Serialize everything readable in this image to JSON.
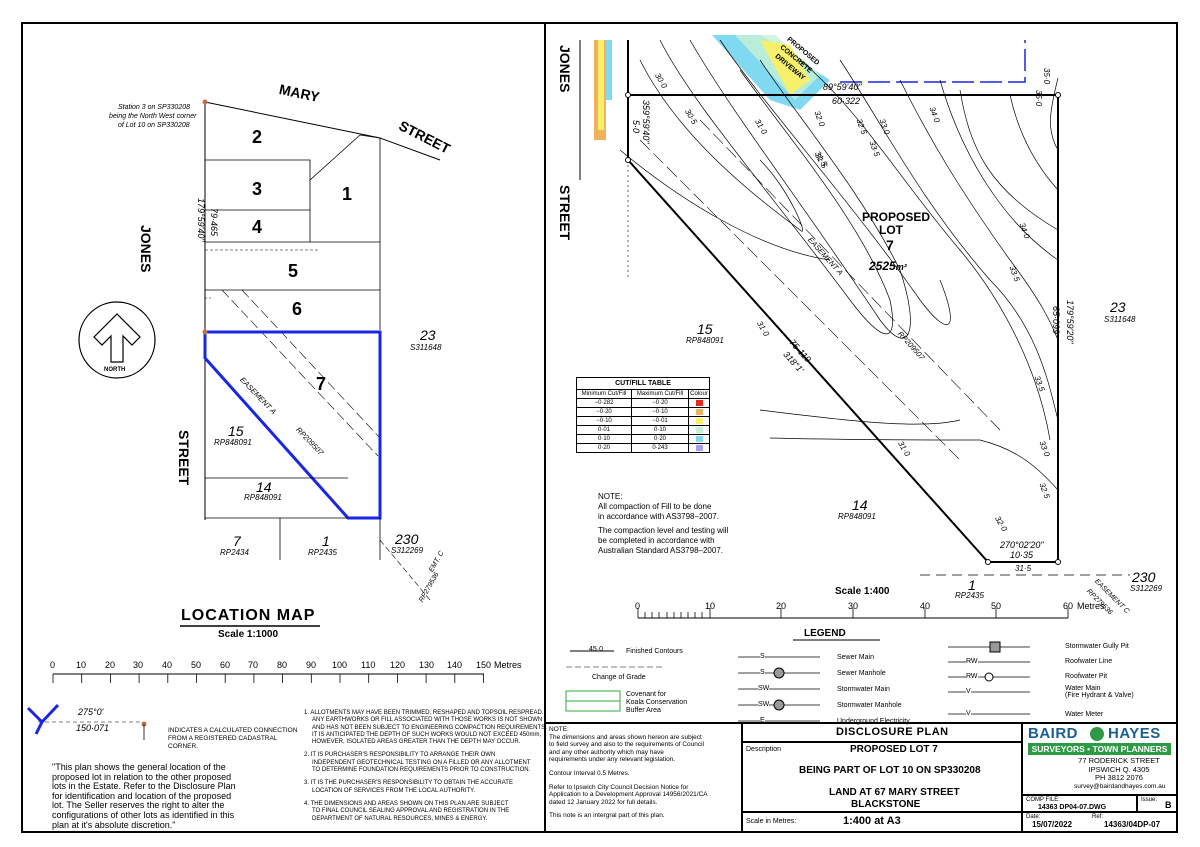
{
  "location_map": {
    "title": "LOCATION MAP",
    "scale": "Scale 1:1000",
    "streets": {
      "mary": "MARY",
      "street1": "STREET",
      "jones": "JONES",
      "street2": "STREET"
    },
    "lots": [
      "2",
      "3",
      "4",
      "1",
      "5",
      "6",
      "7"
    ],
    "neighbours": [
      {
        "num": "23",
        "plan": "S311648"
      },
      {
        "num": "15",
        "plan": "RP848091"
      },
      {
        "num": "14",
        "plan": "RP848091"
      },
      {
        "num": "7",
        "plan": "RP2434"
      },
      {
        "num": "1",
        "plan": "RP2435"
      },
      {
        "num": "230",
        "plan": "S312269"
      }
    ],
    "easement_label": "EASEMENT A",
    "easement_plan": "RP209507",
    "easement_c": "EMT. C",
    "easement_c_plan": "RP279536",
    "side_label": "179°59'40\"",
    "side_value": "79·465",
    "station_note": [
      "Station 3 on SP330208",
      "being the North West corner",
      "of Lot 10 on SP330208"
    ],
    "north_label": "NORTH",
    "scale_ticks": [
      "0",
      "10",
      "20",
      "30",
      "40",
      "50",
      "60",
      "70",
      "80",
      "90",
      "100",
      "110",
      "120",
      "130",
      "140",
      "150"
    ],
    "scale_unit": "Metres",
    "connection_bearing": "275°0'",
    "connection_dist": "150·071",
    "connection_note": [
      "INDICATES A CALCULATED CONNECTION",
      "FROM A REGISTERED CADASTRAL",
      "CORNER."
    ],
    "general_note": [
      "\"This plan shows the general location of the",
      "proposed lot in relation to the other proposed",
      "lots in the Estate. Refer to the Disclosure Plan",
      "for identification and location of the proposed",
      "lot. The Seller reserves the right to alter the",
      "configurations of other lots as identified in this",
      "plan at it's absolute discretion.\""
    ],
    "numbered_notes": [
      [
        "1. ALLOTMENTS MAY HAVE BEEN TRIMMED, RESHAPED AND TOPSOIL RESPREAD.",
        "ANY EARTHWORKS OR FILL ASSOCIATED WITH THOSE WORKS IS NOT SHOWN",
        "AND HAS NOT BEEN SUBJECT TO ENGINEERING COMPACTION REQUIREMENTS.",
        "IT IS ANTICIPATED THE DEPTH OF SUCH WORKS WOULD NOT EXCEED 450mm,",
        "HOWEVER, ISOLATED AREAS GREATER THAN THE DEPTH MAY OCCUR."
      ],
      [
        "2. IT IS PURCHASER'S RESPONSIBILITY TO ARRANGE THEIR OWN",
        "INDEPENDENT GEOTECHNICAL TESTING ON A FILLED OR ANY ALLOTMENT",
        "TO DETERMINE FOUNDATION REQUIREMENTS PRIOR TO CONSTRUCTION."
      ],
      [
        "3. IT IS THE PURCHASER'S RESPONSIBILITY TO OBTAIN THE ACCURATE",
        "LOCATION OF SERVICES FROM THE LOCAL AUTHORITY."
      ],
      [
        "4. THE DIMENSIONS AND AREAS SHOWN ON THIS PLAN ARE SUBJECT",
        "TO FINAL COUNCIL SEALING APPROVAL AND REGISTRATION IN THE",
        "DEPARTMENT OF NATURAL RESOURCES, MINES & ENERGY."
      ]
    ]
  },
  "disclosure": {
    "streets": {
      "jones": "JONES",
      "street": "STREET"
    },
    "lot_title": "PROPOSED",
    "lot_title2": "LOT",
    "lot_num": "7",
    "lot_area": "2525",
    "lot_area_unit": "m²",
    "driveway": [
      "PROPOSED",
      "CONCRETE",
      "DRIVEWAY"
    ],
    "easement_label": "EASEMENT A",
    "easement_plan": "RP209507",
    "bearings": {
      "top": "89°59'40\"",
      "top_dist": "60·322",
      "right": "179°59'20\"",
      "right_dist": "65·099",
      "left": "359°59'40\"",
      "left_dist": "5·0",
      "diag": "75·119",
      "diag_b": "318°1'",
      "bottom": "270°02'20\"",
      "bottom_dist": "10·35"
    },
    "neighbours": [
      {
        "num": "23",
        "plan": "S311648"
      },
      {
        "num": "15",
        "plan": "RP848091"
      },
      {
        "num": "14",
        "plan": "RP848091"
      },
      {
        "num": "1",
        "plan": "RP2435"
      },
      {
        "num": "230",
        "plan": "S312269"
      }
    ],
    "easement_c": "EASEMENT C",
    "easement_c_plan": "RP279536",
    "contours": [
      "30·0",
      "30·5",
      "31·0",
      "31·5",
      "32·0",
      "32·5",
      "33·0",
      "33·5",
      "34·0",
      "35·0",
      "31·0",
      "33·5",
      "33·0",
      "32·5",
      "32·0",
      "31·5",
      "34·0",
      "33·5",
      "31·0",
      "31·5",
      "35·0"
    ],
    "scale": "Scale 1:400",
    "scale_ticks": [
      "0",
      "10",
      "20",
      "30",
      "40",
      "50",
      "60"
    ],
    "scale_unit": "Metres",
    "note_title": "NOTE:",
    "note_lines": [
      "All compaction of Fill to be done",
      "in accordance with AS3798–2007.",
      "The compaction level and testing will",
      "be completed in accordance with",
      "Australian Standard AS3798–2007."
    ],
    "cutfill": {
      "title": "CUT/FILL TABLE",
      "headers": [
        "Minimum Cut/Fill",
        "Maximum Cut/Fill",
        "Colour"
      ],
      "rows": [
        {
          "min": "−0·282",
          "max": "−0·20",
          "color": "#e8271e"
        },
        {
          "min": "−0·20",
          "max": "−0·10",
          "color": "#f2b15a"
        },
        {
          "min": "−0·10",
          "max": "−0·01",
          "color": "#f6f06b"
        },
        {
          "min": "0·01",
          "max": "0·10",
          "color": "#c7f1d5"
        },
        {
          "min": "0·10",
          "max": "0·20",
          "color": "#80d9f1"
        },
        {
          "min": "0·20",
          "max": "0·243",
          "color": "#a79de8"
        }
      ]
    }
  },
  "legend": {
    "title": "LEGEND",
    "finished": "45·0",
    "items_left": [
      "Finished Contours",
      "Change of Grade",
      "Covenant for",
      "Koala Conservation",
      "Buffer Area"
    ],
    "items_mid": [
      "Sewer Main",
      "Sewer Manhole",
      "Stormwater Main",
      "Stormwater Manhole",
      "Underground Electricity"
    ],
    "items_right": [
      "Stormwater Gully Pit",
      "Roofwater Line",
      "Roofwater Pit",
      "Water Main",
      "(Fire Hydrant & Valve)",
      "Water Meter"
    ],
    "symbols": {
      "s": "S",
      "sw": "SW",
      "e": "E",
      "rw": "RW",
      "v": "V"
    }
  },
  "title_block": {
    "note_title": "NOTE:",
    "note_lines": [
      "The dimensions and areas shown hereon are subject",
      "to field survey and also to the requirements of Council",
      "and any other authority which may have",
      "requirements under any relevant legislation."
    ],
    "contour_interval": "Contour Interval 0.5 Metres.",
    "council_lines": [
      "Refer to Ipswich City Council Decision Notice for",
      "Application to a Development Approval 14956/2021/CA",
      "dated 12 January 2022 for full details."
    ],
    "integral": "This note is an intergral part of this plan.",
    "heading": "DISCLOSURE PLAN",
    "description_label": "Description",
    "desc1": "PROPOSED LOT 7",
    "desc2": "BEING PART OF LOT 10 ON SP330208",
    "desc3": "LAND AT 67 MARY STREET",
    "desc4": "BLACKSTONE",
    "scale_label": "Scale in Metres:",
    "scale_value": "1:400 at A3",
    "company": "BAIRD",
    "company2": "HAYES",
    "tagline": "SURVEYORS • TOWN PLANNERS",
    "address": [
      "77 RODERICK STREET",
      "IPSWICH  Q.  4305",
      "PH  3812 2076",
      "survey@bairdandhayes.com.au"
    ],
    "comp_file_label": "COMP FILE:",
    "comp_file": "14363 DP04-07.DWG",
    "issue_label": "Issue:",
    "issue": "B",
    "date_label": "Date:",
    "date": "15/07/2022",
    "ref_label": "Ref:",
    "ref": "14363/04DP-07"
  }
}
